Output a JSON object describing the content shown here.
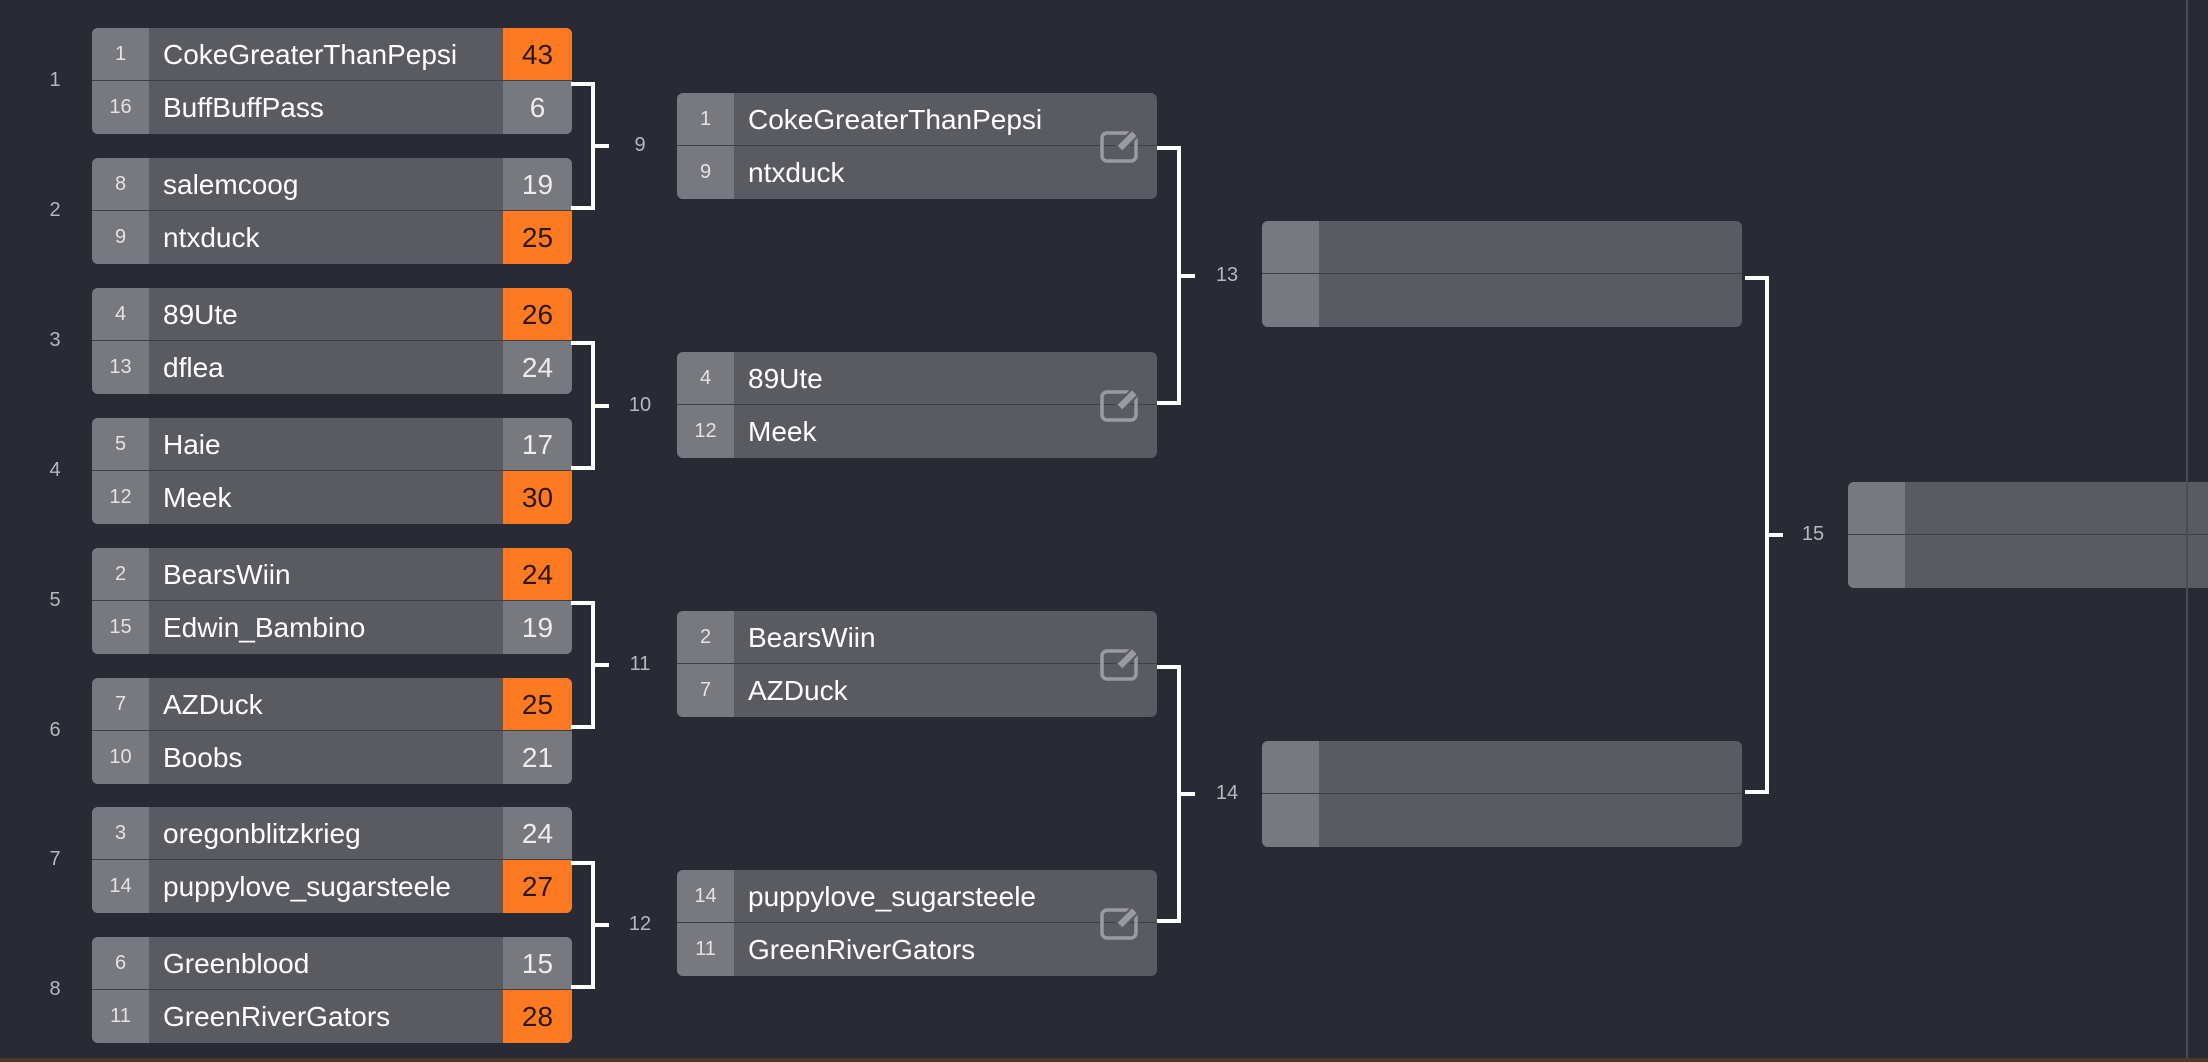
{
  "round_labels": [
    "1",
    "2",
    "3",
    "4",
    "5",
    "6",
    "7",
    "8"
  ],
  "rounds": [
    [
      {
        "top": {
          "seed": "1",
          "name": "CokeGreaterThanPepsi",
          "score": "43",
          "win": true
        },
        "bottom": {
          "seed": "16",
          "name": "BuffBuffPass",
          "score": "6",
          "win": false
        }
      },
      {
        "top": {
          "seed": "8",
          "name": "salemcoog",
          "score": "19",
          "win": false
        },
        "bottom": {
          "seed": "9",
          "name": "ntxduck",
          "score": "25",
          "win": true
        }
      },
      {
        "top": {
          "seed": "4",
          "name": "89Ute",
          "score": "26",
          "win": true
        },
        "bottom": {
          "seed": "13",
          "name": "dflea",
          "score": "24",
          "win": false
        }
      },
      {
        "top": {
          "seed": "5",
          "name": "Haie",
          "score": "17",
          "win": false
        },
        "bottom": {
          "seed": "12",
          "name": "Meek",
          "score": "30",
          "win": true
        }
      },
      {
        "top": {
          "seed": "2",
          "name": "BearsWiin",
          "score": "24",
          "win": true
        },
        "bottom": {
          "seed": "15",
          "name": "Edwin_Bambino",
          "score": "19",
          "win": false
        }
      },
      {
        "top": {
          "seed": "7",
          "name": "AZDuck",
          "score": "25",
          "win": true
        },
        "bottom": {
          "seed": "10",
          "name": "Boobs",
          "score": "21",
          "win": false
        }
      },
      {
        "top": {
          "seed": "3",
          "name": "oregonblitzkrieg",
          "score": "24",
          "win": false
        },
        "bottom": {
          "seed": "14",
          "name": "puppylove_sugarsteele",
          "score": "27",
          "win": true
        }
      },
      {
        "top": {
          "seed": "6",
          "name": "Greenblood",
          "score": "15",
          "win": false
        },
        "bottom": {
          "seed": "11",
          "name": "GreenRiverGators",
          "score": "28",
          "win": true
        }
      }
    ],
    [
      {
        "top": {
          "seed": "1",
          "name": "CokeGreaterThanPepsi"
        },
        "bottom": {
          "seed": "9",
          "name": "ntxduck"
        }
      },
      {
        "top": {
          "seed": "4",
          "name": "89Ute"
        },
        "bottom": {
          "seed": "12",
          "name": "Meek"
        }
      },
      {
        "top": {
          "seed": "2",
          "name": "BearsWiin"
        },
        "bottom": {
          "seed": "7",
          "name": "AZDuck"
        }
      },
      {
        "top": {
          "seed": "14",
          "name": "puppylove_sugarsteele"
        },
        "bottom": {
          "seed": "11",
          "name": "GreenRiverGators"
        }
      }
    ],
    [
      {
        "top": {
          "seed": "",
          "name": ""
        },
        "bottom": {
          "seed": "",
          "name": ""
        }
      },
      {
        "top": {
          "seed": "",
          "name": ""
        },
        "bottom": {
          "seed": "",
          "name": ""
        }
      }
    ],
    [
      {
        "top": {
          "seed": "",
          "name": ""
        },
        "bottom": {
          "seed": "",
          "name": ""
        }
      }
    ]
  ],
  "game_labels": [
    "9",
    "10",
    "11",
    "12",
    "13",
    "14",
    "15"
  ],
  "edit_icon": "edit-icon",
  "colors": {
    "winner_score": "#fd7a22",
    "background": "#282a34",
    "row": "#5a5b61",
    "seed_cell": "#78797e"
  }
}
